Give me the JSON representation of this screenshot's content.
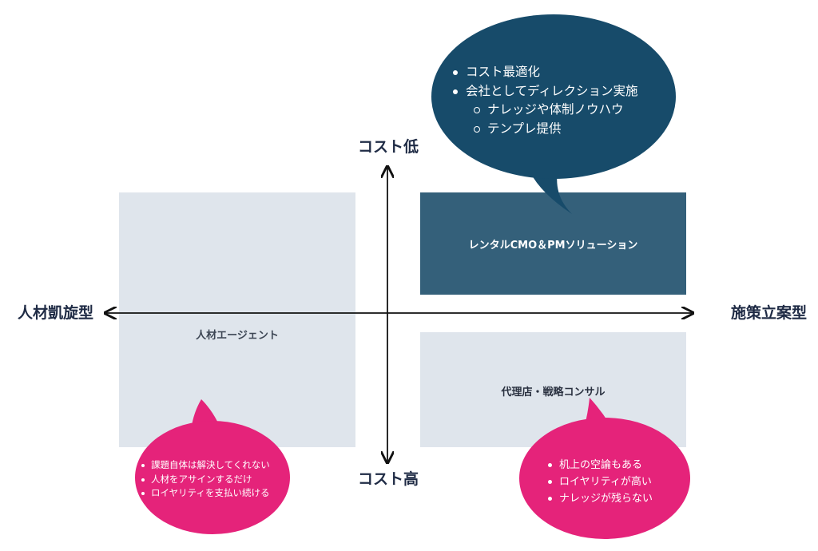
{
  "axes": {
    "top": "コスト低",
    "bottom": "コスト高",
    "left": "人材凱旋型",
    "right": "施策立案型"
  },
  "quadrants": {
    "top_left": "人材エージェント",
    "top_right": "レンタルCMO＆PMソリューション",
    "bottom_right": "代理店・戦略コンサル"
  },
  "bubbles": {
    "dark": {
      "items": [
        {
          "text": "コスト最適化",
          "level": 1
        },
        {
          "text": "会社としてディレクション実施",
          "level": 1
        },
        {
          "text": "ナレッジや体制ノウハウ",
          "level": 2
        },
        {
          "text": "テンプレ提供",
          "level": 2
        }
      ]
    },
    "left": {
      "items": [
        "課題自体は解決してくれない",
        "人材をアサインするだけ",
        "ロイヤリティを支払い続ける"
      ]
    },
    "right": {
      "items": [
        "机上の空論もある",
        "ロイヤリティが高い",
        "ナレッジが残らない"
      ]
    }
  },
  "colors": {
    "dark_box": "#34607a",
    "dark_bubble": "#174b6a",
    "pink_bubble": "#e5237a",
    "light_box": "#dfe5ec",
    "axis": "#111111"
  }
}
